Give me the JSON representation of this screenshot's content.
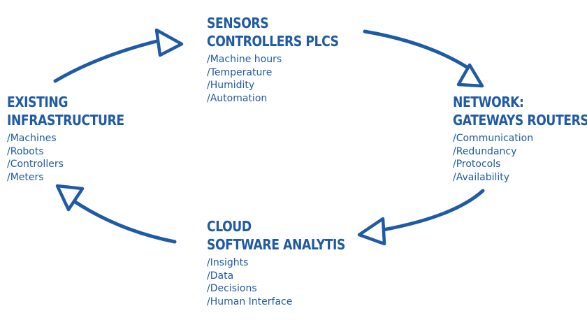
{
  "colors": {
    "accent": "#1f5aa6",
    "background": "#ffffff"
  },
  "nodes": {
    "sensors": {
      "title_lines": [
        "SENSORS",
        "CONTROLLERS PLCS"
      ],
      "items": [
        "/Machine hours",
        "/Temperature",
        "/Humidity",
        "/Automation"
      ]
    },
    "network": {
      "title_lines": [
        "NETWORK:",
        "GATEWAYS ROUTERS"
      ],
      "items": [
        "/Communication",
        "/Redundancy",
        "/Protocols",
        "/Availability"
      ]
    },
    "cloud": {
      "title_lines": [
        "CLOUD",
        "SOFTWARE ANALYTIS"
      ],
      "items": [
        "/Insights",
        "/Data",
        "/Decisions",
        "/Human Interface"
      ]
    },
    "existing": {
      "title_lines": [
        "EXISTING",
        "INFRASTRUCTURE"
      ],
      "items": [
        "/Machines",
        "/Robots",
        "/Controllers",
        "/Meters"
      ]
    }
  },
  "arrows": [
    {
      "from": "existing",
      "to": "sensors",
      "icon": "arrow-triangle-icon"
    },
    {
      "from": "sensors",
      "to": "network",
      "icon": "arrow-triangle-icon"
    },
    {
      "from": "network",
      "to": "cloud",
      "icon": "arrow-triangle-icon"
    },
    {
      "from": "cloud",
      "to": "existing",
      "icon": "arrow-triangle-icon"
    }
  ]
}
